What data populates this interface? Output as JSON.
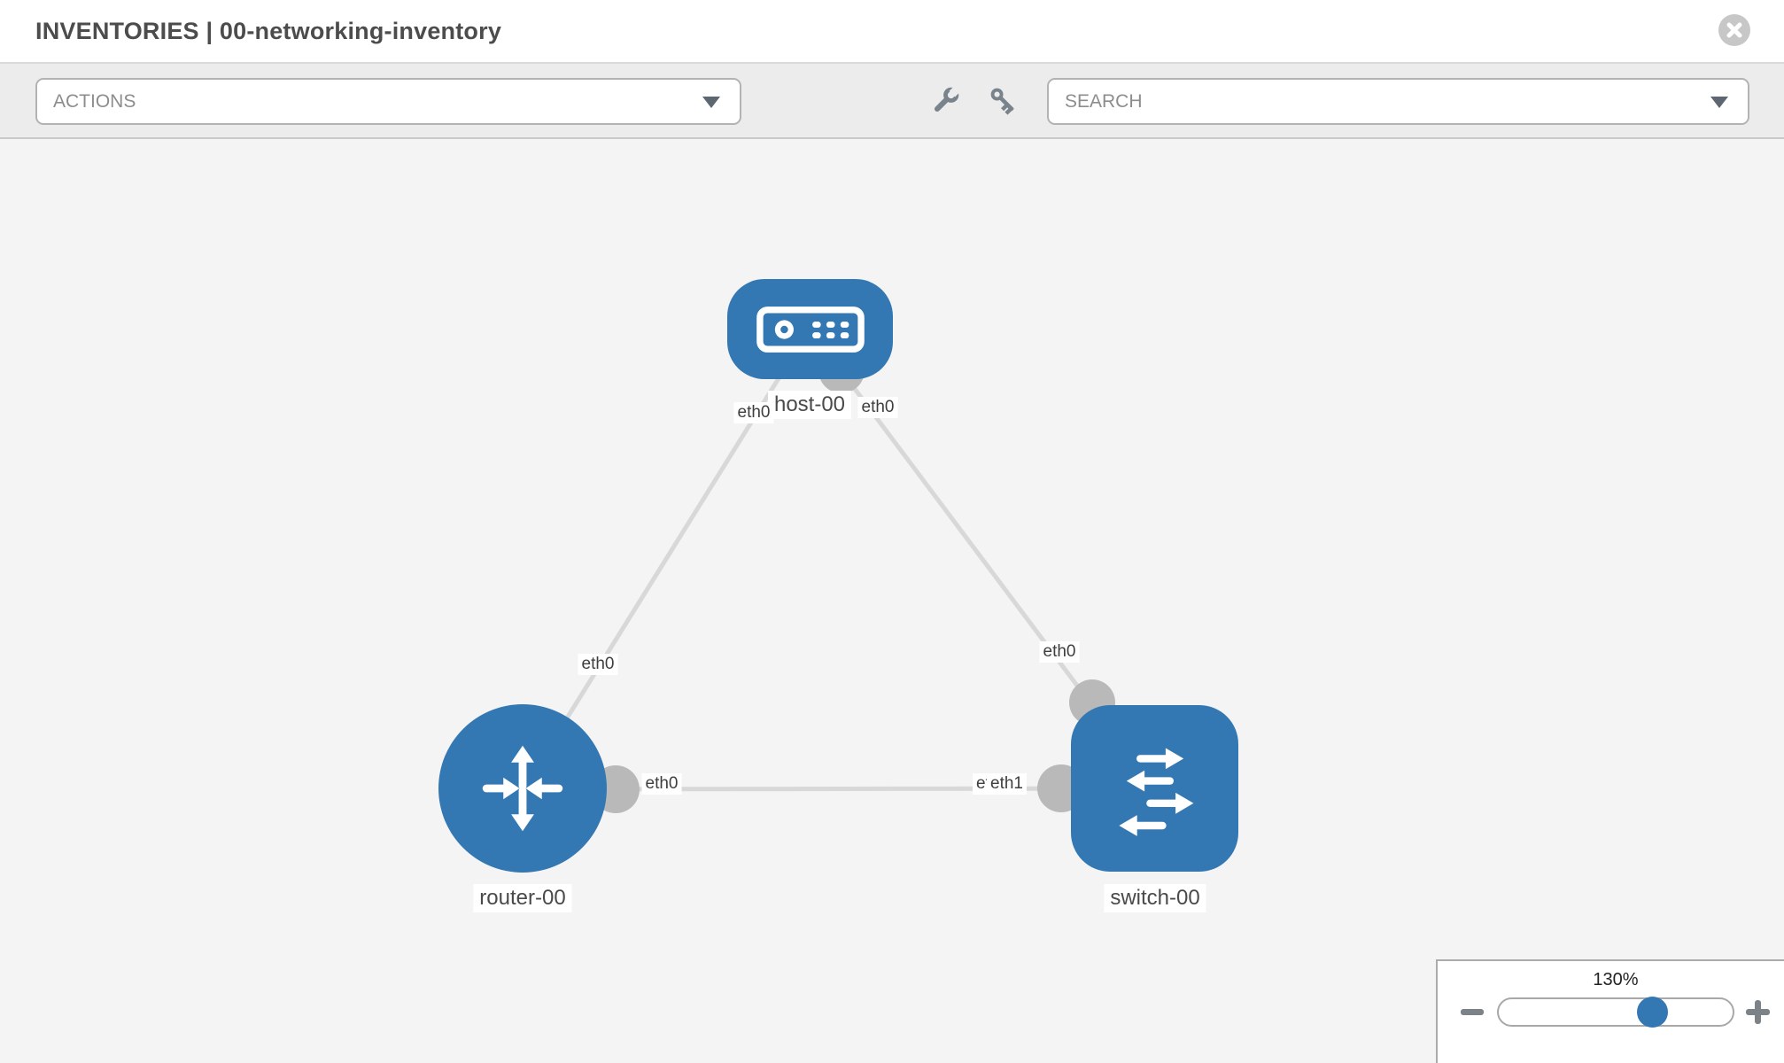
{
  "header": {
    "title": "INVENTORIES | 00-networking-inventory"
  },
  "toolbar": {
    "actions_label": "ACTIONS",
    "search_label": "SEARCH",
    "icons": [
      "wrench-icon",
      "key-icon"
    ]
  },
  "topology": {
    "nodes": [
      {
        "id": "host-00",
        "label": "host-00",
        "type": "host",
        "shape": "rounded-rect"
      },
      {
        "id": "router-00",
        "label": "router-00",
        "type": "router",
        "shape": "circle"
      },
      {
        "id": "switch-00",
        "label": "switch-00",
        "type": "switch",
        "shape": "rounded-square"
      }
    ],
    "links": [
      {
        "source": "host-00",
        "target": "router-00",
        "source_label": "eth0",
        "target_label": "eth0"
      },
      {
        "source": "host-00",
        "target": "switch-00",
        "source_label": "eth0",
        "target_label": "eth0"
      },
      {
        "source": "router-00",
        "target": "switch-00",
        "source_label": "eth0",
        "target_label_overlapped": "eth0",
        "target_label": "eth1"
      }
    ],
    "colors": {
      "node_fill": "#3478b3",
      "link": "#d8d8d8",
      "connector": "#b9b9b9",
      "canvas_bg": "#f4f4f4"
    }
  },
  "zoom_control": {
    "percent": "130%"
  }
}
